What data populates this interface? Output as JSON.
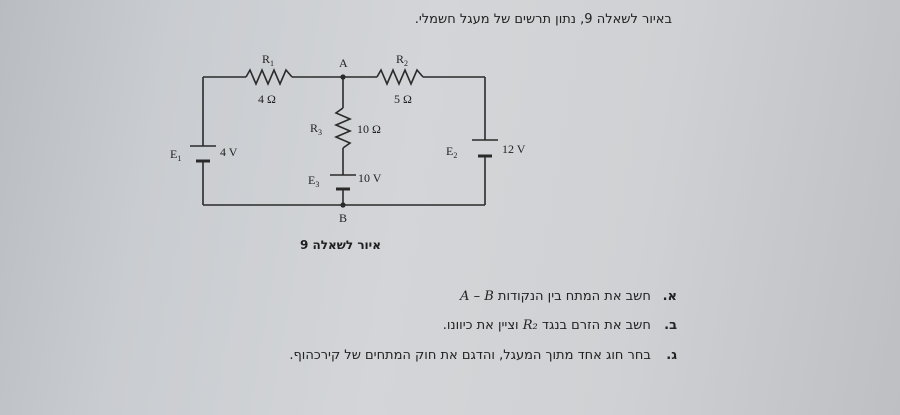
{
  "intro": "באיור לשאלה 9, נתון תרשים של מעגל חשמלי.",
  "circuit": {
    "node_a": "A",
    "node_b": "B",
    "r1_label": "R",
    "r1_sub": "1",
    "r1_value": "4 Ω",
    "r2_label": "R",
    "r2_sub": "2",
    "r2_value": "5 Ω",
    "r3_label": "R",
    "r3_sub": "3",
    "r3_value": "10 Ω",
    "e1_label": "E",
    "e1_sub": "1",
    "e1_value": "4 V",
    "e2_label": "E",
    "e2_sub": "2",
    "e2_value": "12 V",
    "e3_label": "E",
    "e3_sub": "3",
    "e3_value": "10 V"
  },
  "caption": "איור לשאלה 9",
  "questions": [
    {
      "letter": "א.",
      "text_before": "חשב את המתח בין הנקודות",
      "formula": "A – B",
      "text_after": ""
    },
    {
      "letter": "ב.",
      "text_before": "חשב את הזרם בנגד",
      "formula": "R₂",
      "text_after": "וציין את כיוונו."
    },
    {
      "letter": "ג.",
      "text_before": "בחר חוג אחד מתוך המעגל, והדגם את חוק המתחים של קירכהוף.",
      "formula": "",
      "text_after": ""
    }
  ]
}
